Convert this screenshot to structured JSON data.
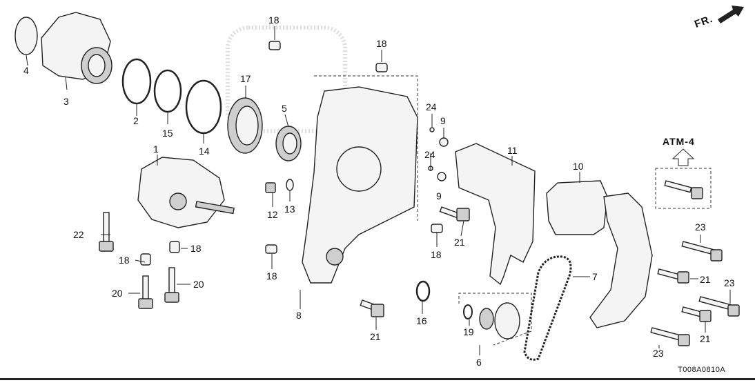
{
  "diagram": {
    "direction_label": "FR.",
    "group_label": "ATM-4",
    "code": "T008A0810A",
    "callouts": {
      "c1": "1",
      "c2": "2",
      "c3": "3",
      "c4": "4",
      "c5": "5",
      "c6": "6",
      "c7": "7",
      "c8": "8",
      "c9a": "9",
      "c9b": "9",
      "c10": "10",
      "c11": "11",
      "c12": "12",
      "c13": "13",
      "c14": "14",
      "c15": "15",
      "c16": "16",
      "c17": "17",
      "c18a": "18",
      "c18b": "18",
      "c18c": "18",
      "c18d": "18",
      "c18e": "18",
      "c18f": "18",
      "c19": "19",
      "c20a": "20",
      "c20b": "20",
      "c21a": "21",
      "c21b": "21",
      "c21c": "21",
      "c21d": "21",
      "c22": "22",
      "c23a": "23",
      "c23b": "23",
      "c23c": "23",
      "c24a": "24",
      "c24b": "24"
    }
  }
}
